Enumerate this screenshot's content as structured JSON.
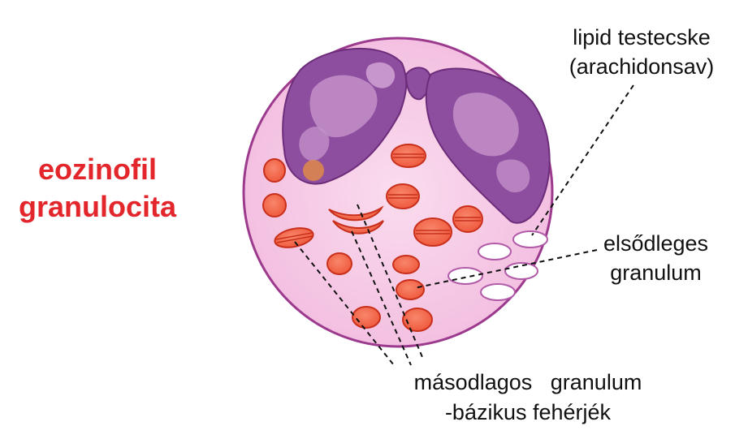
{
  "title": {
    "line1": "eozinofil",
    "line2": "granulocita"
  },
  "labels": {
    "lipid": {
      "line1": "lipid testecske",
      "line2": "(arachidonsav)"
    },
    "primary": {
      "line1": "elsődleges",
      "line2": "granulum"
    },
    "secondary": {
      "line1": "másodlagos   granulum",
      "line2": "-bázikus fehérjék"
    }
  },
  "colors": {
    "title": "#e3262b",
    "cytoplasm": "#f6c9e4",
    "membrane": "#9c3a8e",
    "nucleus": "#8e4ea0",
    "nucleus_outline": "#6d2d7a",
    "granule_fill": "#f26b4f",
    "granule_outline": "#c8301c",
    "primary_granule": "#ffffff",
    "leader_line": "#111111"
  }
}
